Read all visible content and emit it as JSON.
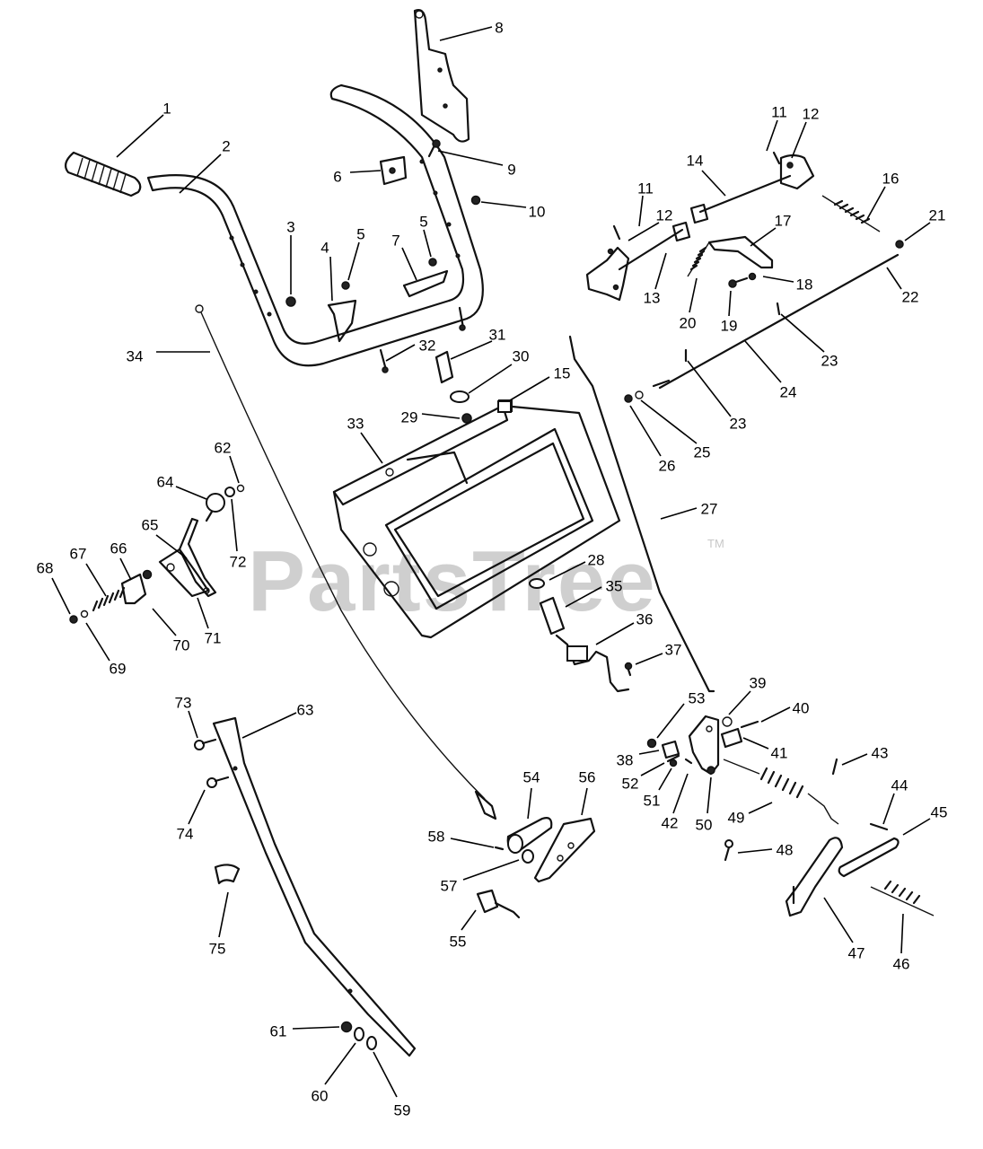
{
  "watermark": {
    "text": "PartsTree",
    "mark": "TM"
  },
  "callouts": [
    {
      "n": "1"
    },
    {
      "n": "2"
    },
    {
      "n": "3"
    },
    {
      "n": "4"
    },
    {
      "n": "5"
    },
    {
      "n": "5"
    },
    {
      "n": "6"
    },
    {
      "n": "7"
    },
    {
      "n": "8"
    },
    {
      "n": "9"
    },
    {
      "n": "10"
    },
    {
      "n": "11"
    },
    {
      "n": "11"
    },
    {
      "n": "12"
    },
    {
      "n": "12"
    },
    {
      "n": "13"
    },
    {
      "n": "14"
    },
    {
      "n": "15"
    },
    {
      "n": "16"
    },
    {
      "n": "17"
    },
    {
      "n": "18"
    },
    {
      "n": "19"
    },
    {
      "n": "20"
    },
    {
      "n": "21"
    },
    {
      "n": "22"
    },
    {
      "n": "23"
    },
    {
      "n": "23"
    },
    {
      "n": "24"
    },
    {
      "n": "25"
    },
    {
      "n": "26"
    },
    {
      "n": "27"
    },
    {
      "n": "28"
    },
    {
      "n": "29"
    },
    {
      "n": "30"
    },
    {
      "n": "31"
    },
    {
      "n": "32"
    },
    {
      "n": "33"
    },
    {
      "n": "34"
    },
    {
      "n": "35"
    },
    {
      "n": "36"
    },
    {
      "n": "37"
    },
    {
      "n": "38"
    },
    {
      "n": "39"
    },
    {
      "n": "40"
    },
    {
      "n": "41"
    },
    {
      "n": "42"
    },
    {
      "n": "43"
    },
    {
      "n": "44"
    },
    {
      "n": "45"
    },
    {
      "n": "46"
    },
    {
      "n": "47"
    },
    {
      "n": "48"
    },
    {
      "n": "49"
    },
    {
      "n": "50"
    },
    {
      "n": "51"
    },
    {
      "n": "52"
    },
    {
      "n": "53"
    },
    {
      "n": "54"
    },
    {
      "n": "55"
    },
    {
      "n": "56"
    },
    {
      "n": "57"
    },
    {
      "n": "58"
    },
    {
      "n": "59"
    },
    {
      "n": "60"
    },
    {
      "n": "61"
    },
    {
      "n": "62"
    },
    {
      "n": "63"
    },
    {
      "n": "64"
    },
    {
      "n": "65"
    },
    {
      "n": "66"
    },
    {
      "n": "67"
    },
    {
      "n": "68"
    },
    {
      "n": "69"
    },
    {
      "n": "70"
    },
    {
      "n": "71"
    },
    {
      "n": "72"
    },
    {
      "n": "73"
    },
    {
      "n": "74"
    },
    {
      "n": "75"
    }
  ]
}
